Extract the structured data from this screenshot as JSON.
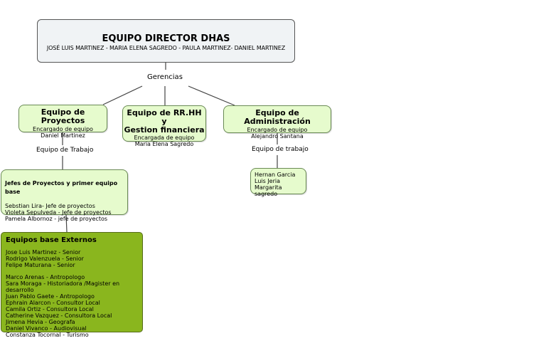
{
  "director": {
    "title": "EQUIPO DIRECTOR DHAS",
    "members": "JOSÉ LUIS MARTINEZ - MARIA ELENA SAGREDO - PAULA MARTINEZ- DANIEL MARTINEZ"
  },
  "links": {
    "gerencias": "Gerencias",
    "equipo_trabajo_proyectos": "Equipo de Trabajo",
    "equipo_trabajo_admin": "Equipo de trabajo"
  },
  "proyectos": {
    "title": "Equipo de Proyectos",
    "role": "Encargado de equipo",
    "person": "Daniel Martinez"
  },
  "rrhh": {
    "title_line1": "Equipo de RR.HH y",
    "title_line2": "Gestion financiera",
    "role": "Encargada de equipo",
    "person": "Maria Elena Sagredo"
  },
  "administracion": {
    "title": "Equipo de Administración",
    "role": "Encargado de equipo",
    "person": "Alejandro Santana"
  },
  "jefes": {
    "title": "Jefes de Proyectos y primer equipo base",
    "members": [
      "Sebstian Lira- Jefe de proyectos",
      "Violeta Sepulveda - Jefe de proyectos",
      "Pamela Albornoz - jefe de proyectos"
    ]
  },
  "equipo_admin": {
    "members": [
      "Hernan Garcia",
      "Luis Jeria",
      "Margarita sagredo"
    ]
  },
  "externos": {
    "title": "Equipos base Externos",
    "seniors": [
      "Jose Luis Martinez - Senior",
      "Rodrigo Valenzuela - Senior",
      "Felipe Maturana - Senior"
    ],
    "others": [
      "Marco Arenas - Antropologo",
      "Sara Moraga - Historiadora /Magister en desarrollo",
      "Juan Pablo Gaete - Antropologo",
      "Ephrain Alarcon - Consultor Local",
      "Camila Ortiz - Consultora Local",
      "Catherine Vazquez - Consultora Local",
      "Jimena Hevia - Geografa",
      "Daniel Vivanco - Audiovisual",
      "Constanza Tocornal - Turismo"
    ]
  }
}
